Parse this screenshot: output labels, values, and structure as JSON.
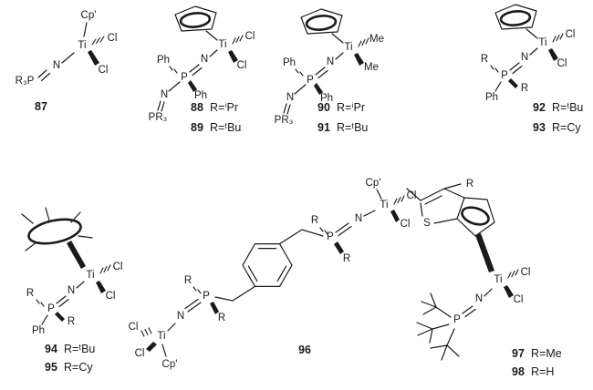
{
  "figure": {
    "colors": {
      "ink": "#1a1a1a",
      "paper": "#ffffff"
    },
    "atoms": {
      "cp_prime": "Cp'",
      "ti": "Ti",
      "cl": "Cl",
      "n": "N",
      "p": "P",
      "ph": "Ph",
      "me": "Me",
      "r": "R",
      "s": "S",
      "r3p": "R₃P",
      "pr3": "PR₃"
    },
    "captions": {
      "c87": {
        "num": "87"
      },
      "c88": {
        "num": "88",
        "sub": "R=ⁱPr"
      },
      "c89": {
        "num": "89",
        "sub": "R=ᵗBu"
      },
      "c90": {
        "num": "90",
        "sub": "R=ⁱPr"
      },
      "c91": {
        "num": "91",
        "sub": "R=ᵗBu"
      },
      "c92": {
        "num": "92",
        "sub": "R=ᵗBu"
      },
      "c93": {
        "num": "93",
        "sub": "R=Cy"
      },
      "c94": {
        "num": "94",
        "sub": "R=ᵗBu"
      },
      "c95": {
        "num": "95",
        "sub": "R=Cy"
      },
      "c96": {
        "num": "96"
      },
      "c97": {
        "num": "97",
        "sub": "R=Me"
      },
      "c98": {
        "num": "98",
        "sub": "R=H"
      }
    }
  }
}
